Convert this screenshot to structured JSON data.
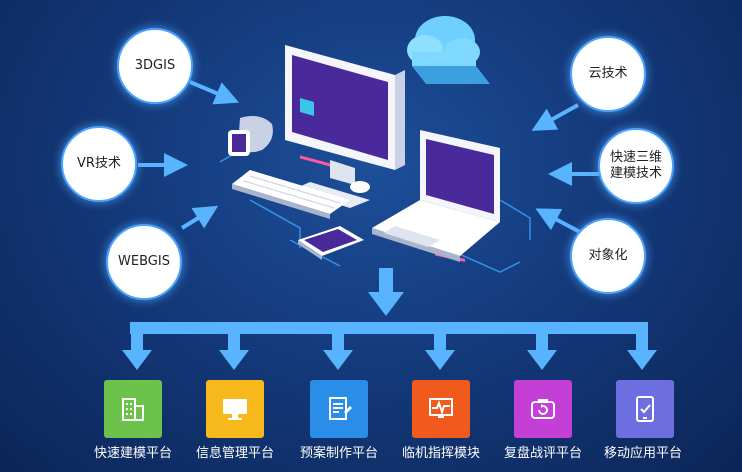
{
  "technologies": [
    {
      "label": "3DGIS"
    },
    {
      "label": "VR技术"
    },
    {
      "label": "WEBGIS"
    },
    {
      "label": "云技术"
    },
    {
      "label": "快速三维\n建模技术"
    },
    {
      "label": "对象化"
    }
  ],
  "platforms": [
    {
      "label": "快速建模平台",
      "color": "#6cc24a",
      "icon": "building-icon"
    },
    {
      "label": "信息管理平台",
      "color": "#f6b81b",
      "icon": "monitor-icon"
    },
    {
      "label": "预案制作平台",
      "color": "#2a8ee8",
      "icon": "document-edit-icon"
    },
    {
      "label": "临机指挥模块",
      "color": "#f05a1c",
      "icon": "heartbeat-monitor-icon"
    },
    {
      "label": "复盘战评平台",
      "color": "#c43fd6",
      "icon": "camera-replay-icon"
    },
    {
      "label": "移动应用平台",
      "color": "#6d6fe0",
      "icon": "tablet-check-icon"
    }
  ],
  "colors": {
    "arrow": "#58b4ff",
    "circle_border": "#4aa3ff"
  }
}
